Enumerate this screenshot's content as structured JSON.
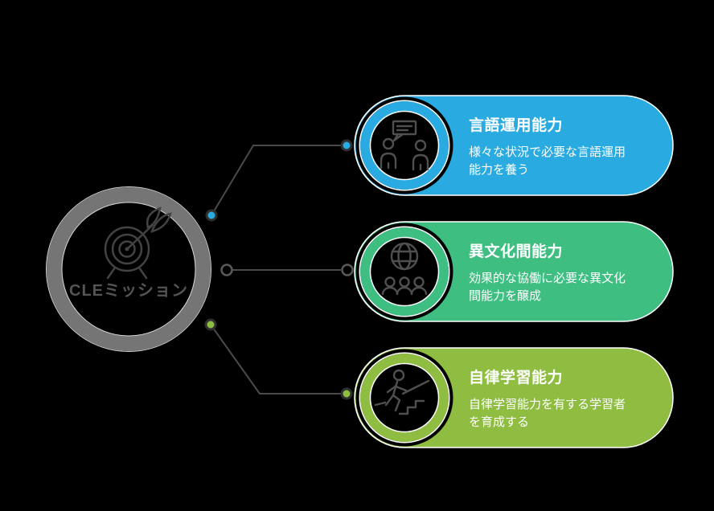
{
  "background_color": "#000000",
  "center": {
    "label": "CLEミッション",
    "icon": "target-icon",
    "ring_color": "#757575",
    "label_color": "#545454"
  },
  "items": [
    {
      "title": "言語運用能力",
      "description": "様々な状況で必要な言語運用能力を養う",
      "description_lines": [
        "様々な状況で必要な言語運用",
        "能力を養う"
      ],
      "color": "#29abe2",
      "icon": "conversation-icon",
      "connector_dot_style": "filled"
    },
    {
      "title": "異文化間能力",
      "description": "効果的な協働に必要な異文化間能力を醸成",
      "description_lines": [
        "効果的な協働に必要な異文化",
        "間能力を醸成"
      ],
      "color": "#3ebe81",
      "icon": "globe-people-icon",
      "connector_dot_style": "hollow"
    },
    {
      "title": "自律学習能力",
      "description": "自律学習能力を有する学習者を育成する",
      "description_lines": [
        "自律学習能力を有する学習者",
        "を育成する"
      ],
      "color": "#8ebd42",
      "icon": "stairs-person-icon",
      "connector_dot_style": "filled"
    }
  ],
  "connector_color": "#4a4a4a",
  "icon_stroke_color": "#4f4f4f",
  "title_text_color": "#ffffff"
}
